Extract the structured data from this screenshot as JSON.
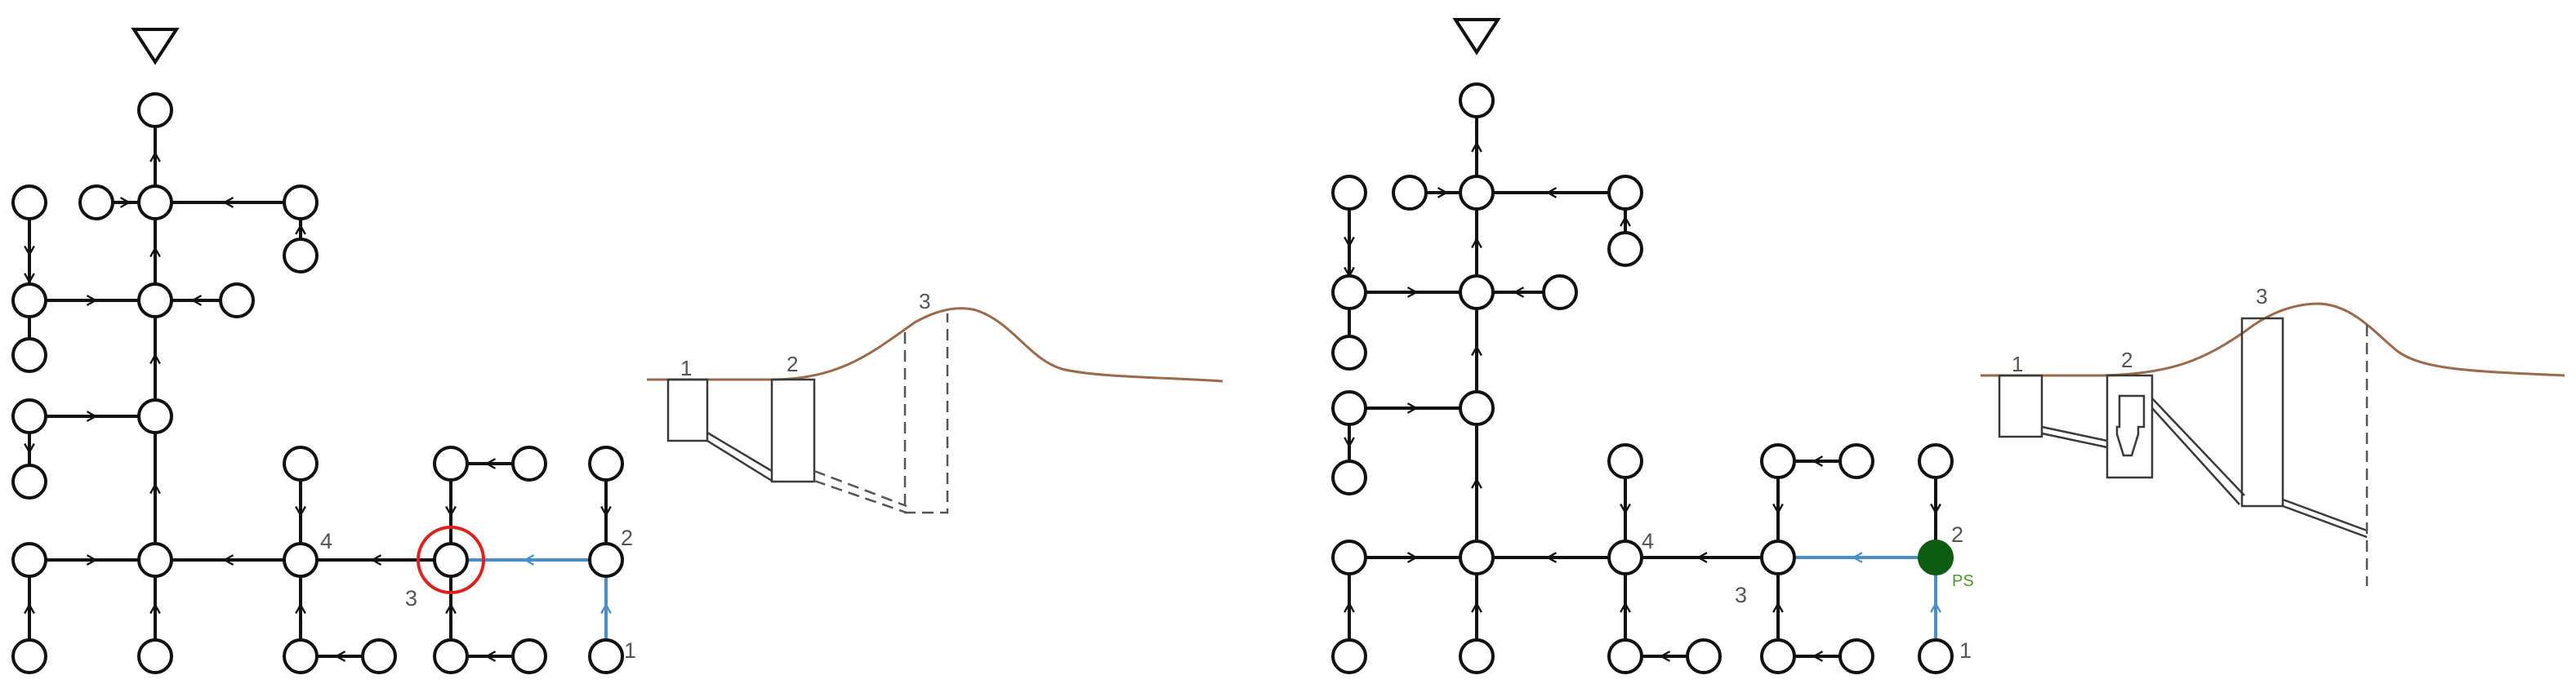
{
  "colors": {
    "line": "#111111",
    "highlight_pipe": "#4a90c8",
    "highlight_ring": "#e0201c",
    "pump_station": "#0d5c12",
    "pump_label": "#4c9a2a",
    "ground": "#9a6a4a",
    "profile": "#3b3b3b",
    "profile_dashed": "#555555"
  },
  "left_network": {
    "node_labels": {
      "n1": "1",
      "n2": "2",
      "n3": "3",
      "n4": "4"
    }
  },
  "left_profile": {
    "labels": {
      "p1": "1",
      "p2": "2",
      "p3": "3"
    }
  },
  "right_network": {
    "node_labels": {
      "n1": "1",
      "n2": "2",
      "n3": "3",
      "n4": "4"
    },
    "pump_station_label": "PS"
  },
  "right_profile": {
    "labels": {
      "p1": "1",
      "p2": "2",
      "p3": "3"
    }
  }
}
